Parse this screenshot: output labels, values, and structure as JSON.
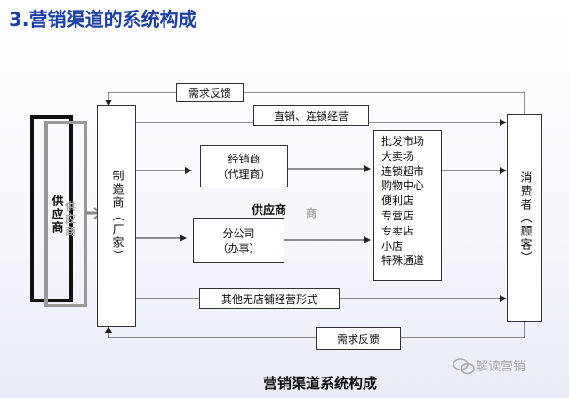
{
  "title": "3.营销渠道的系统构成",
  "supplier_bracket": {
    "label": "供应商",
    "ghost": "供应商"
  },
  "manufacturer": {
    "label": "制造商（厂家）"
  },
  "consumer": {
    "label": "消费者（顾客）"
  },
  "top_feedback": {
    "label": "需求反馈"
  },
  "bottom_feedback": {
    "label": "需求反馈"
  },
  "direct_sales": {
    "label": "直销、连锁经营"
  },
  "distributor": {
    "line1": "经销商",
    "line2": "（代理商）"
  },
  "branch": {
    "line1": "分公司",
    "line2": "（办事）"
  },
  "middle_label": {
    "text": "供应商",
    "ghost": "商"
  },
  "other_forms": {
    "label": "其他无店铺经营形式"
  },
  "retail_list": [
    "批发市场",
    "大卖场",
    "连锁超市",
    "购物中心",
    "便利店",
    "专营店",
    "专卖店",
    "小店",
    "特殊通道"
  ],
  "caption": "营销渠道系统构成",
  "watermark": {
    "text": "解读营销"
  }
}
